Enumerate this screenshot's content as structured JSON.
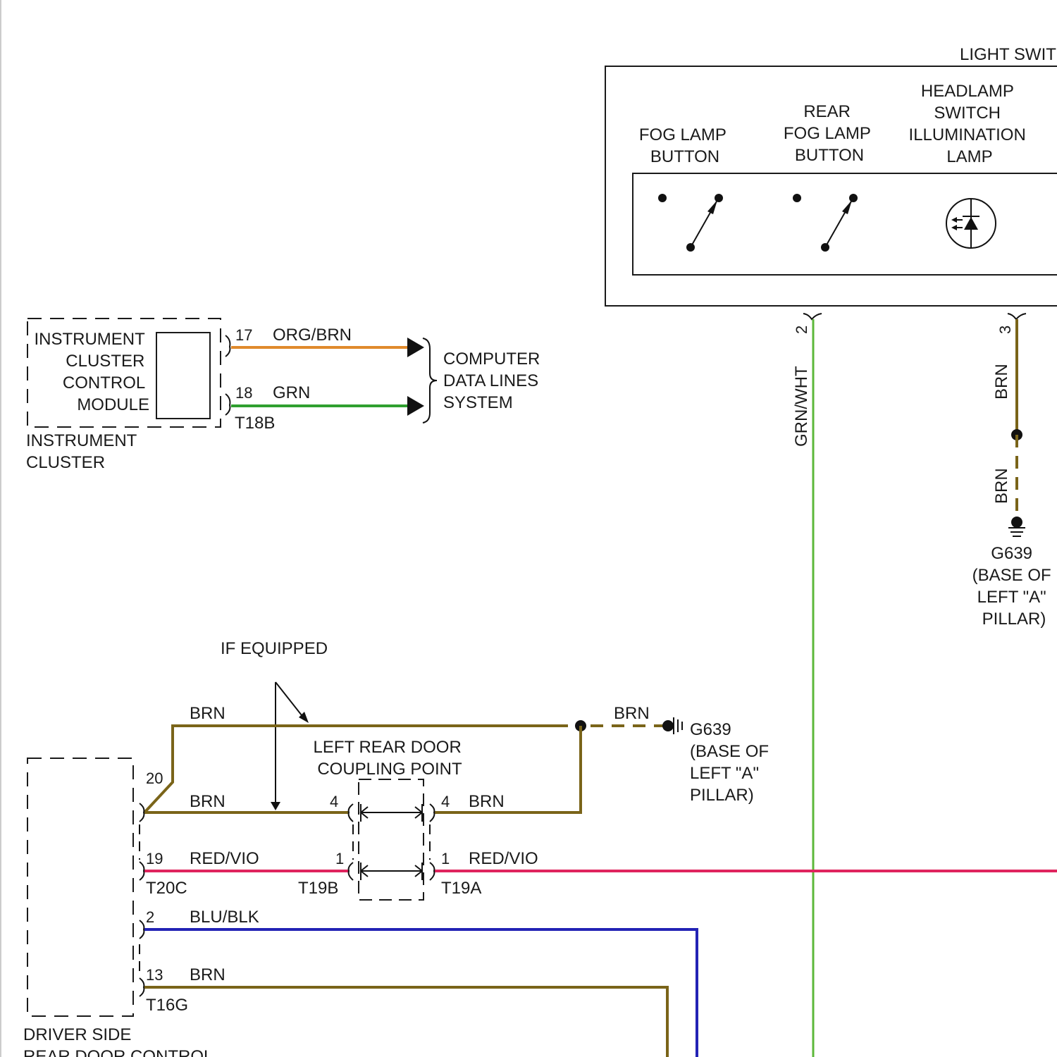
{
  "light_switch": {
    "title": "LIGHT SWIT",
    "fog_lamp_button": [
      "FOG LAMP",
      "BUTTON"
    ],
    "rear_fog_lamp_button": [
      "REAR",
      "FOG LAMP",
      "BUTTON"
    ],
    "headlamp_illumination": [
      "HEADLAMP",
      "SWITCH",
      "ILLUMINATION",
      "LAMP"
    ],
    "pin_2": "2",
    "pin_3": "3",
    "wire_pin2_color": "GRN/WHT",
    "wire_pin3_color": "BRN",
    "wire_pin3_color_lower": "BRN",
    "ground": [
      "G639",
      "(BASE OF",
      "LEFT \"A\"",
      "PILLAR)"
    ]
  },
  "instrument_cluster": {
    "module_label": [
      "INSTRUMENT",
      "CLUSTER",
      "CONTROL",
      "MODULE"
    ],
    "component_label": [
      "INSTRUMENT",
      "CLUSTER"
    ],
    "connector": "T18B",
    "pin_17": "17",
    "pin_17_color": "ORG/BRN",
    "pin_18": "18",
    "pin_18_color": "GRN",
    "destination": [
      "COMPUTER",
      "DATA LINES",
      "SYSTEM"
    ]
  },
  "rear_door": {
    "note": "IF EQUIPPED",
    "top_wire_color": "BRN",
    "ground_wire_color": "BRN",
    "ground": [
      "G639",
      "(BASE OF",
      "LEFT \"A\"",
      "PILLAR)"
    ],
    "coupling_label": [
      "LEFT REAR DOOR",
      "COUPLING POINT"
    ],
    "pin_20": "20",
    "pin_20_color": "BRN",
    "coupling_pin_4_left": "4",
    "coupling_pin_4_right": "4",
    "coupling_pin_4_right_color": "BRN",
    "pin_19": "19",
    "pin_19_color": "RED/VIO",
    "coupling_pin_1_left": "1",
    "coupling_pin_1_right": "1",
    "coupling_pin_1_right_color": "RED/VIO",
    "connector_t20c": "T20C",
    "connector_t19b": "T19B",
    "connector_t19a": "T19A",
    "pin_2": "2",
    "pin_2_color": "BLU/BLK",
    "pin_13": "13",
    "pin_13_color": "BRN",
    "connector_t16g": "T16G",
    "component_label": [
      "DRIVER SIDE",
      "REAR DOOR CONTROL"
    ]
  },
  "colors": {
    "brn": "#7a6419",
    "grn": "#2f9f2f",
    "grn_wht": "#5cb83a",
    "org_brn": "#e08a2c",
    "red_vio": "#e0245e",
    "blu_blk": "#2323b5",
    "line": "#1a1a1a"
  }
}
